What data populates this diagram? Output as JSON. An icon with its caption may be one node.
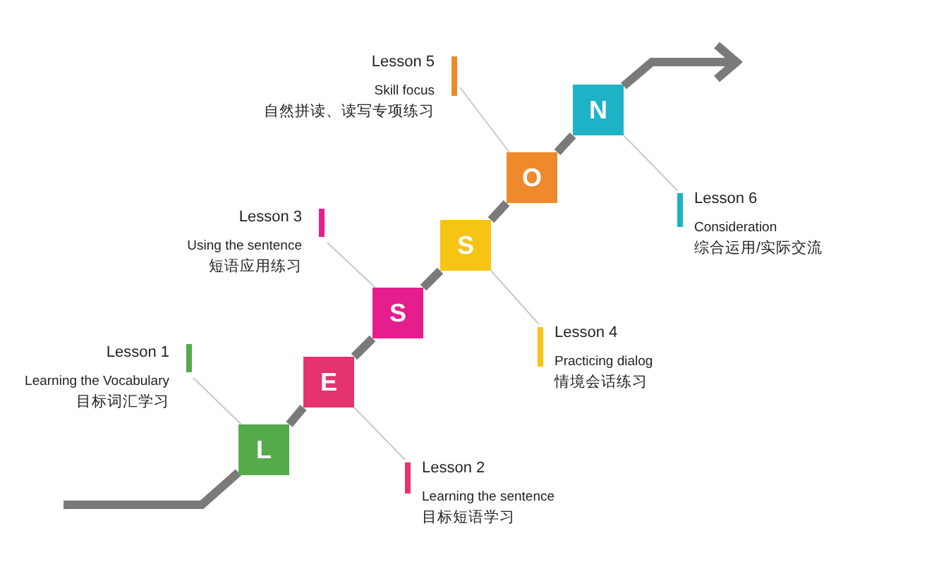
{
  "diagram": {
    "nodes": [
      {
        "text": [
          "L"
        ]
      },
      {
        "text": [
          "E"
        ]
      },
      {
        "text": [
          "S"
        ]
      },
      {
        "text": [
          "S"
        ]
      },
      {
        "text": [
          "O"
        ]
      },
      {
        "text": [
          "N"
        ]
      },
      {
        "text": [
          "Lesson 1",
          "Learning the Vocabulary",
          "目标词汇学习"
        ]
      },
      {
        "text": [
          "Lesson 2",
          "Learning the sentence",
          "目标短语学习"
        ]
      },
      {
        "text": [
          "Lesson 3",
          "Using the sentence",
          "短语应用练习"
        ]
      },
      {
        "text": [
          "Lesson 4",
          "Practicing dialog",
          "情境会话练习"
        ]
      },
      {
        "text": [
          "Lesson 5",
          "Skill focus",
          "自然拼读、读写专项练习"
        ]
      },
      {
        "text": [
          "Lesson 6",
          "Consideration",
          "综合运用/实际交流"
        ]
      }
    ],
    "edges": [
      {
        "from": null,
        "to": 0,
        "arrow": "none"
      },
      {
        "from": 0,
        "to": 1,
        "arrow": "none"
      },
      {
        "from": 1,
        "to": 2,
        "arrow": "none"
      },
      {
        "from": 2,
        "to": 3,
        "arrow": "none"
      },
      {
        "from": 3,
        "to": 4,
        "arrow": "none"
      },
      {
        "from": 4,
        "to": 5,
        "arrow": "none"
      },
      {
        "from": 5,
        "to": null,
        "arrow": "to"
      },
      {
        "from": 6,
        "to": 0,
        "arrow": "none",
        "color": "#c8c8c8"
      },
      {
        "from": 7,
        "to": 1,
        "arrow": "none",
        "color": "#c8c8c8"
      },
      {
        "from": 8,
        "to": 2,
        "arrow": "none",
        "color": "#c8c8c8"
      },
      {
        "from": 9,
        "to": 3,
        "arrow": "none",
        "color": "#c8c8c8"
      },
      {
        "from": 10,
        "to": 4,
        "arrow": "none",
        "color": "#c8c8c8"
      },
      {
        "from": 11,
        "to": 5,
        "arrow": "none",
        "color": "#c8c8c8"
      }
    ]
  }
}
